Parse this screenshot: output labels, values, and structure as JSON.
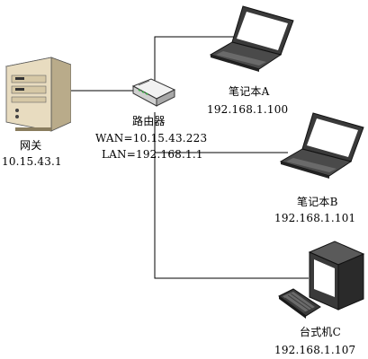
{
  "colors": {
    "line": "#000000",
    "device_body": "#3a3a3a",
    "server_body": "#e8dcc0",
    "screen": "#ffffff",
    "router_led": "#3fae49"
  },
  "icons": {
    "gateway": "server-tower-icon",
    "router": "router-icon",
    "laptop_a": "laptop-icon",
    "laptop_b": "laptop-icon",
    "desktop_c": "desktop-computer-icon",
    "keyboard": "keyboard-icon"
  },
  "nodes": {
    "gateway": {
      "name": "网关",
      "ip": "10.15.43.1"
    },
    "router": {
      "name": "路由器",
      "wan": "WAN=10.15.43.223",
      "lan": "LAN=192.168.1.1"
    },
    "laptop_a": {
      "name": "笔记本A",
      "ip": "192.168.1.100"
    },
    "laptop_b": {
      "name": "笔记本B",
      "ip": "192.168.1.101"
    },
    "desktop_c": {
      "name": "台式机C",
      "ip": "192.168.1.107"
    }
  }
}
